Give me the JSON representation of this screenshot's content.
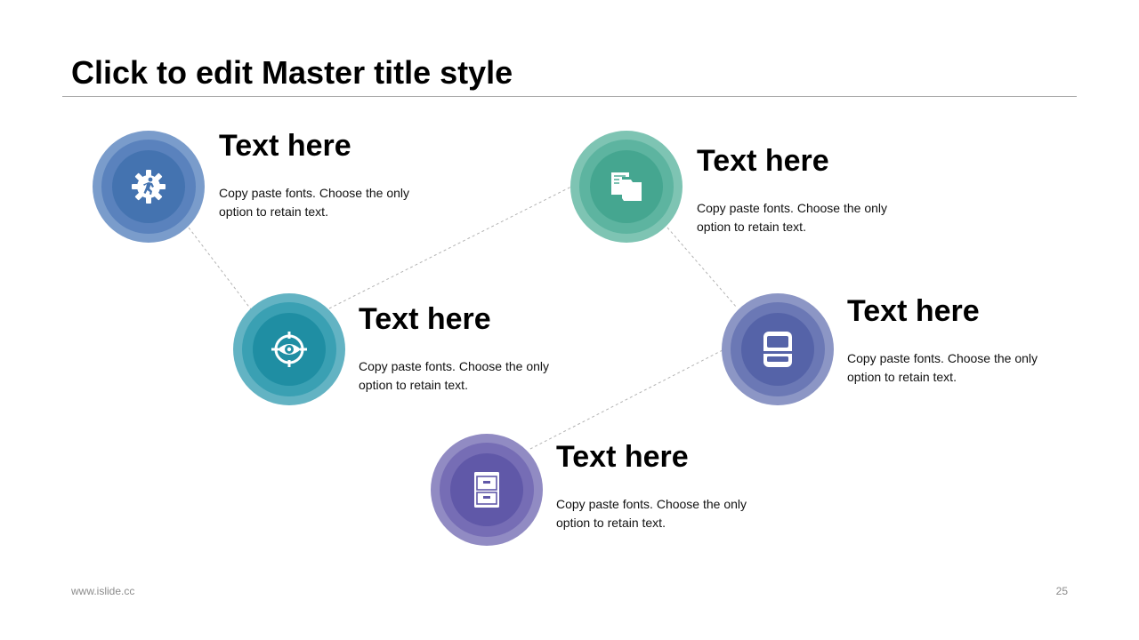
{
  "slide": {
    "title": "Click to edit Master title style",
    "footer_url": "www.islide.cc",
    "page_number": "25"
  },
  "items": [
    {
      "title": "Text here",
      "desc": "Copy paste fonts. Choose the only option to retain text.",
      "icon": "gear-runner-icon",
      "colors": {
        "outer": "#7a9ccb",
        "middle": "#5a82bd",
        "inner": "#4473b0"
      }
    },
    {
      "title": "Text here",
      "desc": "Copy paste fonts. Choose the only option to retain text.",
      "icon": "target-eye-icon",
      "colors": {
        "outer": "#63b3c3",
        "middle": "#3aa0b3",
        "inner": "#1f8ea3"
      }
    },
    {
      "title": "Text here",
      "desc": "Copy paste fonts. Choose the only option to retain text.",
      "icon": "documents-folder-icon",
      "colors": {
        "outer": "#7ec4b3",
        "middle": "#5db4a0",
        "inner": "#45a690"
      }
    },
    {
      "title": "Text here",
      "desc": "Copy paste fonts. Choose the only option to retain text.",
      "icon": "storage-drive-icon",
      "colors": {
        "outer": "#8c96c5",
        "middle": "#6b78b5",
        "inner": "#5563a8"
      }
    },
    {
      "title": "Text here",
      "desc": "Copy paste fonts. Choose the only option to retain text.",
      "icon": "filing-cabinet-icon",
      "colors": {
        "outer": "#918bc3",
        "middle": "#766db5",
        "inner": "#6058a8"
      }
    }
  ]
}
